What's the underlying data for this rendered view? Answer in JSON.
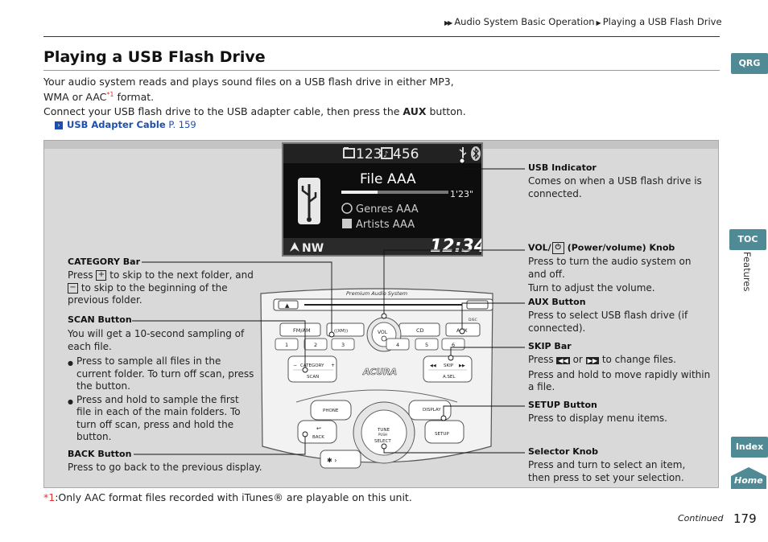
{
  "breadcrumb": {
    "items": [
      "Audio System Basic Operation",
      "Playing a USB Flash Drive"
    ]
  },
  "page": {
    "title": "Playing a USB Flash Drive",
    "intro_line1": "Your audio system reads and plays sound files on a USB flash drive in either MP3,",
    "intro_line2_a": "WMA or AAC",
    "intro_line2_ref": "*1",
    "intro_line2_b": " format.",
    "intro_line3_a": "Connect your USB flash drive to the USB adapter cable, then press the ",
    "intro_line3_bold": "AUX",
    "intro_line3_b": " button.",
    "xref_label": "USB Adapter Cable",
    "xref_page": " P. 159"
  },
  "display": {
    "folder_num": "123",
    "track_num": "456",
    "file_name": "File AAA",
    "elapsed": "1'23\"",
    "genre": "Genres AAA",
    "artist": "Artists AAA",
    "compass": "NW",
    "clock": "12:34"
  },
  "panel": {
    "brand": "Premium Audio System",
    "logo": "ACURA",
    "buttons": {
      "fm_am": "FM/AM",
      "xm": "((XM))",
      "cd": "CD",
      "aux": "AUX",
      "vol": "VOL",
      "eject": "▲",
      "presets": [
        "1",
        "2",
        "3",
        "4",
        "5",
        "6"
      ],
      "category": "CATEGORY",
      "scan": "SCAN",
      "skip": "SKIP",
      "asel": "A.SEL",
      "phone": "PHONE",
      "display": "DISPLAY",
      "back": "BACK",
      "setup": "SETUP",
      "tune": "TUNE",
      "push": "PUSH",
      "select": "SELECT",
      "disc_label": "DISC"
    }
  },
  "callouts": {
    "category_bar": {
      "title": "CATEGORY Bar",
      "line1": "Press",
      "line1b": "to skip to the next folder, and",
      "line2": "to skip to the beginning of the",
      "line3": "previous folder."
    },
    "scan_button": {
      "title": "SCAN Button",
      "text": "You will get a 10-second sampling of each file.",
      "bullet1": "Press to sample all files in the current folder. To turn off scan, press the button.",
      "bullet2": "Press and hold to sample the first file in each of the main folders. To turn off scan, press and hold the button."
    },
    "back_button": {
      "title": "BACK Button",
      "text": "Press to go back to the previous display."
    },
    "usb_indicator": {
      "title": "USB Indicator",
      "text": "Comes on when a USB flash drive is connected."
    },
    "vol_knob": {
      "title_a": "VOL/",
      "title_b": "(Power/volume) Knob",
      "text1": "Press to turn the audio system on and off.",
      "text2": "Turn to adjust the volume."
    },
    "aux_button": {
      "title": "AUX Button",
      "text": "Press to select USB flash drive (if connected)."
    },
    "skip_bar": {
      "title": "SKIP Bar",
      "line1a": "Press",
      "line1b": "or",
      "line1c": "to change files.",
      "text2": "Press and hold to move rapidly within a file."
    },
    "setup_button": {
      "title": "SETUP Button",
      "text": "Press to display menu items."
    },
    "selector_knob": {
      "title": "Selector Knob",
      "text": "Press and turn to select an item, then press to set your selection."
    }
  },
  "footnote": {
    "mark": "*1",
    "text": ":Only AAC format files recorded with iTunes® are playable on this unit."
  },
  "sidebar": {
    "qrg": "QRG",
    "toc": "TOC",
    "features": "Features",
    "index": "Index",
    "home": "Home"
  },
  "footer": {
    "continued": "Continued",
    "page_number": "179"
  },
  "colors": {
    "sidebar_tab": "#4f8a95",
    "link": "#1d4fb0",
    "ref_mark": "#dd3333",
    "figure_bg": "#d9d9d9"
  }
}
